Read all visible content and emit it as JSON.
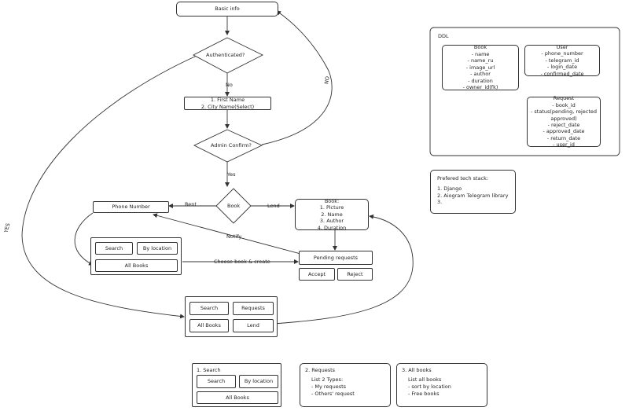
{
  "flow": {
    "basic_info": "Basic info",
    "authenticated": "Authenticated?",
    "no_label_1": "No",
    "no_label_2": "NO",
    "yes_label_left": "YES",
    "name_form": [
      "1. First Name",
      "2. City Name(Select)"
    ],
    "admin_confirm": "Admin Confirm?",
    "yes_label": "Yes",
    "book_decision": "Book",
    "rent_label": "Rent",
    "lend_label": "Lend",
    "phone_number": "Phone Number",
    "lend_box": [
      "Book:",
      "1. Picture",
      "2. Name",
      "3. Author",
      "4. Duration"
    ],
    "notify_label": "Notify",
    "search_group": {
      "search": "Search",
      "by_location": "By location",
      "all_books": "All Books"
    },
    "choose_label": "Choose book & create",
    "pending_requests": "Pending requests",
    "accept": "Accept",
    "reject": "Reject",
    "menu": {
      "search": "Search",
      "requests": "Requests",
      "all_books": "All Books",
      "lend": "Lend"
    }
  },
  "ddl": {
    "title": "DDL",
    "book": {
      "title": "Book",
      "fields": [
        "- name",
        "- name_ru",
        "- image_url",
        "- author",
        "- duration",
        "- owner_id(fk)"
      ]
    },
    "user": {
      "title": "User",
      "fields": [
        "- phone_number",
        "- telegram_id",
        "- login_date",
        "- confirmed_date"
      ]
    },
    "request": {
      "title": "Request",
      "fields": [
        "- book_id",
        "- status(pending, rejected",
        "approved)",
        "- reject_date",
        "- approved_date",
        "- return_date",
        "- user_id"
      ]
    }
  },
  "tech": {
    "title": "Prefered tech stack:",
    "items": [
      "1. Django",
      "2. Aiogram Telegram library",
      "3."
    ]
  },
  "notes": {
    "search": {
      "title": "1. Search",
      "search": "Search",
      "by_location": "By location",
      "all_books": "All Books"
    },
    "requests": {
      "title": "2. Requests",
      "lines": [
        "List 2 Types:",
        "- My requests",
        "- Others' request"
      ]
    },
    "all_books": {
      "title": "3. All books",
      "lines": [
        "List all books",
        "- sort by location",
        "- Free books"
      ]
    }
  }
}
